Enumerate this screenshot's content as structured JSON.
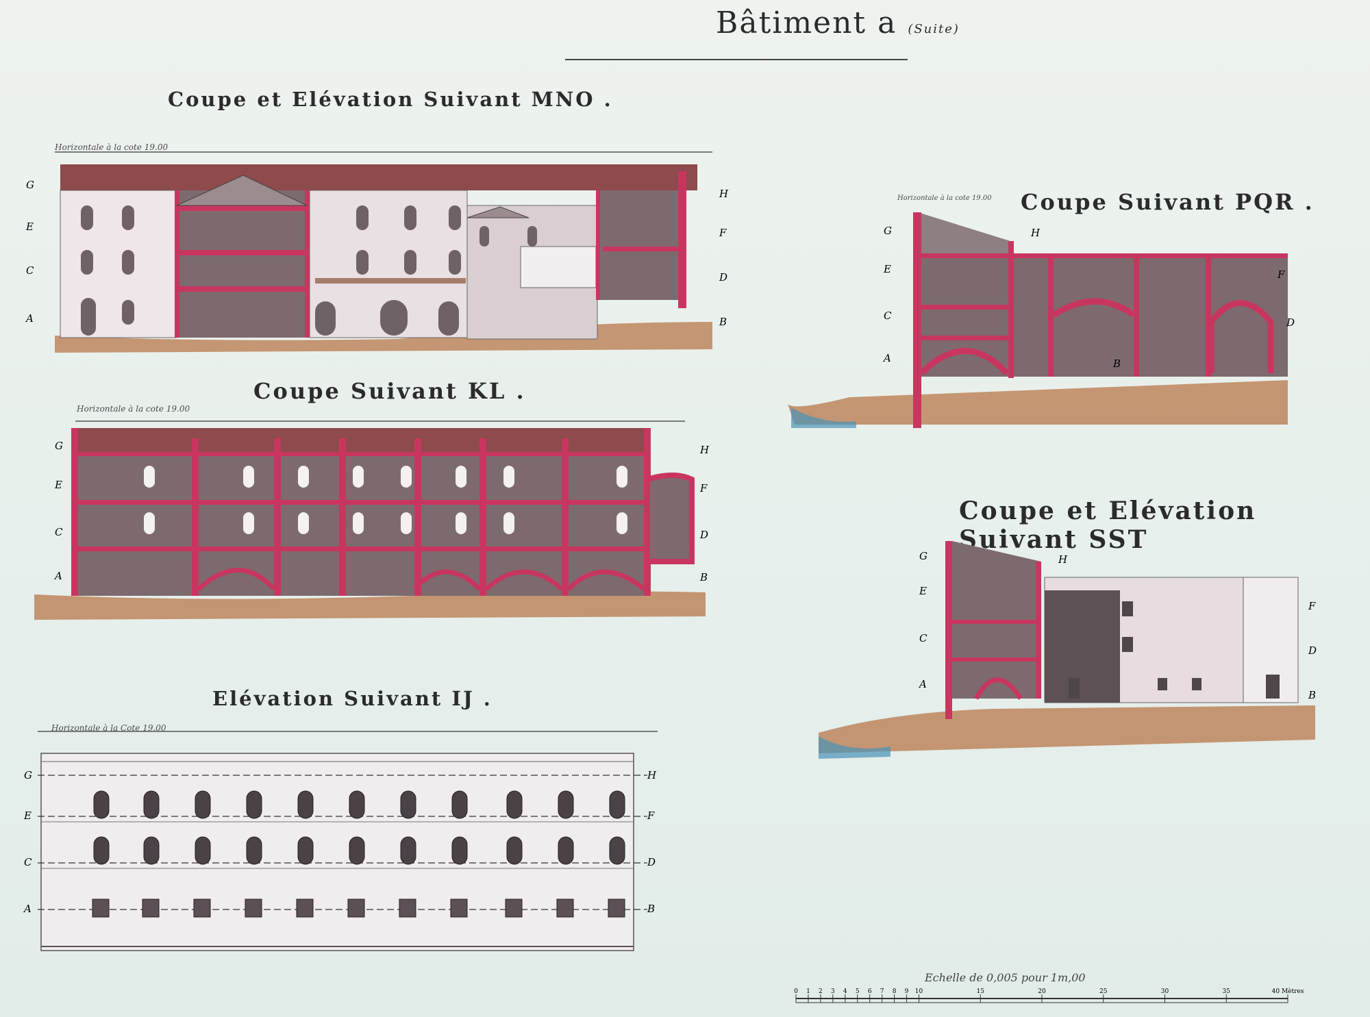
{
  "header": {
    "title": "Bâtiment a",
    "title_suffix": "(Suite)"
  },
  "sections": {
    "mno": {
      "title": "Coupe et Elévation Suivant MNO .",
      "horizontale": "Horizontale à la cote 19.00",
      "left_levels": [
        "G",
        "E",
        "C",
        "A"
      ],
      "right_levels": [
        "H",
        "F",
        "D",
        "B"
      ]
    },
    "kl": {
      "title": "Coupe Suivant KL .",
      "horizontale": "Horizontale à la cote 19.00",
      "left_levels": [
        "G",
        "E",
        "C",
        "A"
      ],
      "right_levels": [
        "H",
        "F",
        "D",
        "B"
      ]
    },
    "ij": {
      "title": "Elévation Suivant IJ .",
      "horizontale": "Horizontale à la Cote 19.00",
      "left_levels": [
        "G",
        "E",
        "C",
        "A"
      ],
      "right_levels": [
        "H",
        "F",
        "D",
        "B"
      ]
    },
    "pqr": {
      "title": "Coupe Suivant PQR .",
      "horizontale": "Horizontale à la cote 19.00",
      "left_levels": [
        "G",
        "E",
        "C",
        "A"
      ],
      "right_levels": [
        "H",
        "F",
        "D",
        "B"
      ]
    },
    "sst": {
      "title": "Coupe et Elévation Suivant SST",
      "left_levels": [
        "G",
        "E",
        "C",
        "A"
      ],
      "right_levels": [
        "H",
        "F",
        "D",
        "B"
      ]
    }
  },
  "scale": {
    "title": "Echelle de 0,005 pour 1m,00",
    "ticks": [
      "0",
      "1",
      "2",
      "3",
      "4",
      "5",
      "6",
      "7",
      "8",
      "9",
      "10",
      "15",
      "20",
      "25",
      "30",
      "35",
      "40 Mètres"
    ]
  },
  "colors": {
    "paper": "#e8f0ec",
    "wall_section": "#c8365f",
    "interior_shade": "#7d6a6f",
    "facade": "#efe6ea",
    "ground": "#b8774a",
    "water": "#4a93b8"
  }
}
